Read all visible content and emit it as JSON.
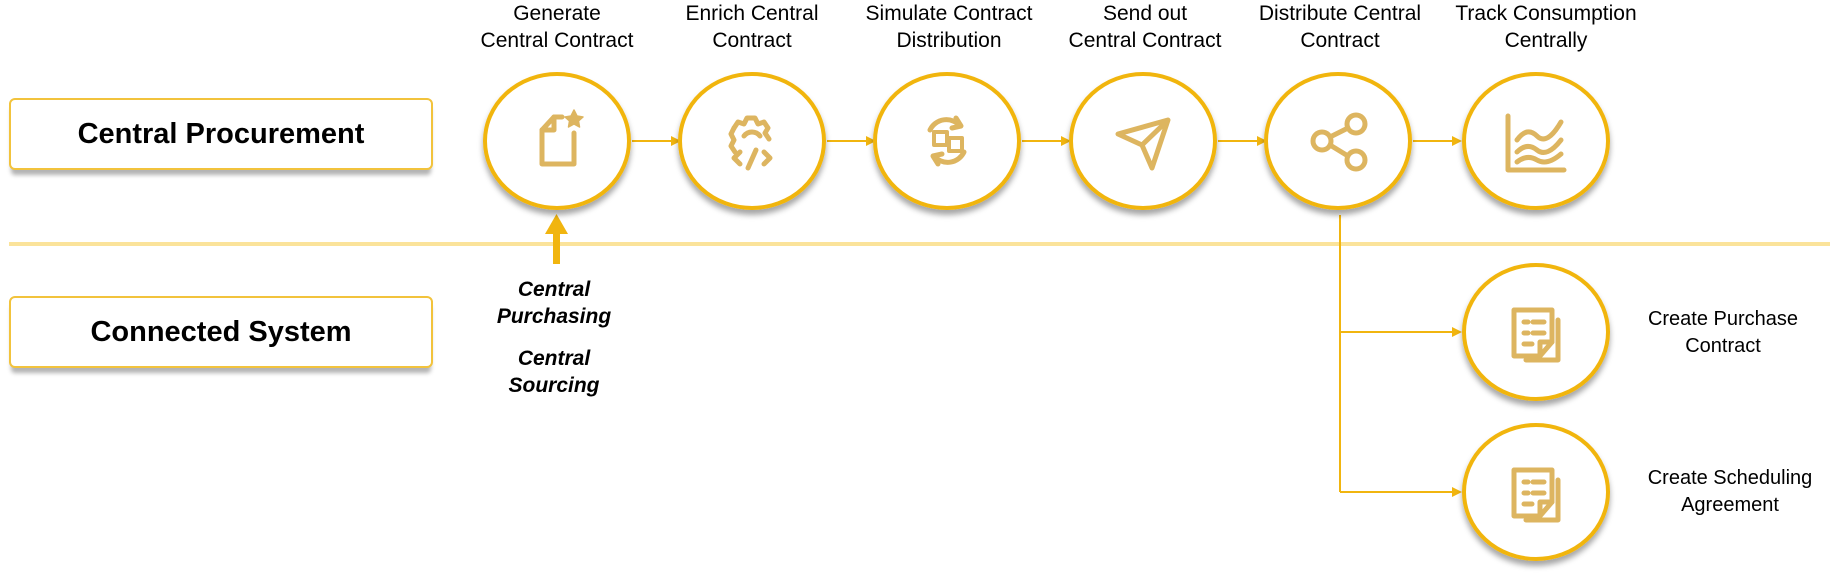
{
  "colors": {
    "accent": "#f1b50f",
    "icon": "#ddb560",
    "line": "#fbe39a",
    "box_border": "#f2c33c"
  },
  "lanes": [
    {
      "label": "Central Procurement"
    },
    {
      "label": "Connected System"
    }
  ],
  "steps": [
    {
      "line1": "Generate",
      "line2": "Central Contract",
      "icon": "document-star-icon"
    },
    {
      "line1": "Enrich Central",
      "line2": "Contract",
      "icon": "gear-code-icon"
    },
    {
      "line1": "Simulate Contract",
      "line2": "Distribution",
      "icon": "simulate-transfer-icon"
    },
    {
      "line1": "Send out",
      "line2": "Central Contract",
      "icon": "paper-plane-icon"
    },
    {
      "line1": "Distribute Central",
      "line2": "Contract",
      "icon": "share-icon"
    },
    {
      "line1": "Track Consumption",
      "line2": "Centrally",
      "icon": "chart-trend-icon"
    }
  ],
  "sources": {
    "purchasing": {
      "line1": "Central",
      "line2": "Purchasing"
    },
    "sourcing": {
      "line1": "Central",
      "line2": "Sourcing"
    }
  },
  "branches": [
    {
      "line1": "Create Purchase",
      "line2": "Contract",
      "icon": "document-list-icon"
    },
    {
      "line1": "Create Scheduling",
      "line2": "Agreement",
      "icon": "document-list-icon"
    }
  ]
}
